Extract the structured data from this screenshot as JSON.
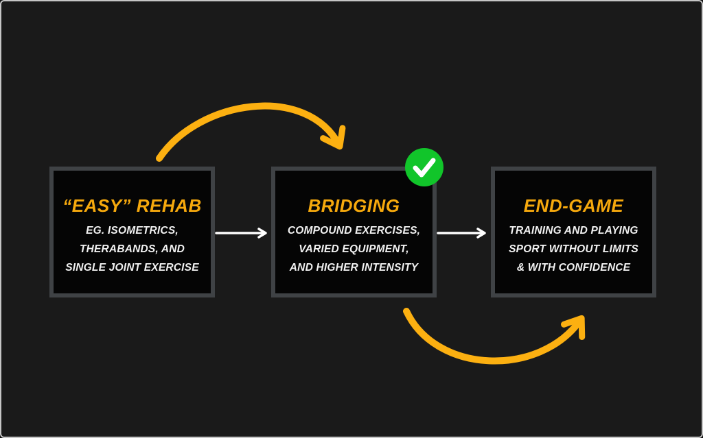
{
  "canvas": {
    "background_color": "#1a1a1a",
    "frame_border_color": "#c6c6c6"
  },
  "colors": {
    "accent_yellow_text": "#f6a90d",
    "arrow_yellow": "#fcb011",
    "box_background": "#050505",
    "box_border_gray": "#3f4245",
    "subtitle_white": "#f2f2f2",
    "straight_arrow_white": "#ffffff",
    "check_green": "#11c52a"
  },
  "diagram": {
    "steps": [
      {
        "id": "easy-rehab",
        "title": "“EASY” REHAB",
        "lines": [
          "EG. ISOMETRICS,",
          "THERABANDS, AND",
          "SINGLE JOINT EXERCISE"
        ]
      },
      {
        "id": "bridging",
        "title": "BRIDGING",
        "lines": [
          "COMPOUND EXERCISES,",
          "VARIED EQUIPMENT,",
          "AND HIGHER INTENSITY"
        ],
        "badge": "check-icon"
      },
      {
        "id": "end-game",
        "title": "END-GAME",
        "lines": [
          "TRAINING AND PLAYING",
          "SPORT WITHOUT LIMITS",
          "& WITH CONFIDENCE"
        ]
      }
    ],
    "connectors": [
      {
        "id": "curved-arrow-top",
        "from": "easy-rehab",
        "to": "bridging",
        "style": "curved-yellow"
      },
      {
        "id": "straight-arrow-1",
        "from": "easy-rehab",
        "to": "bridging",
        "style": "straight-white"
      },
      {
        "id": "straight-arrow-2",
        "from": "bridging",
        "to": "end-game",
        "style": "straight-white"
      },
      {
        "id": "curved-arrow-bottom",
        "from": "bridging",
        "to": "end-game",
        "style": "curved-yellow"
      }
    ]
  }
}
